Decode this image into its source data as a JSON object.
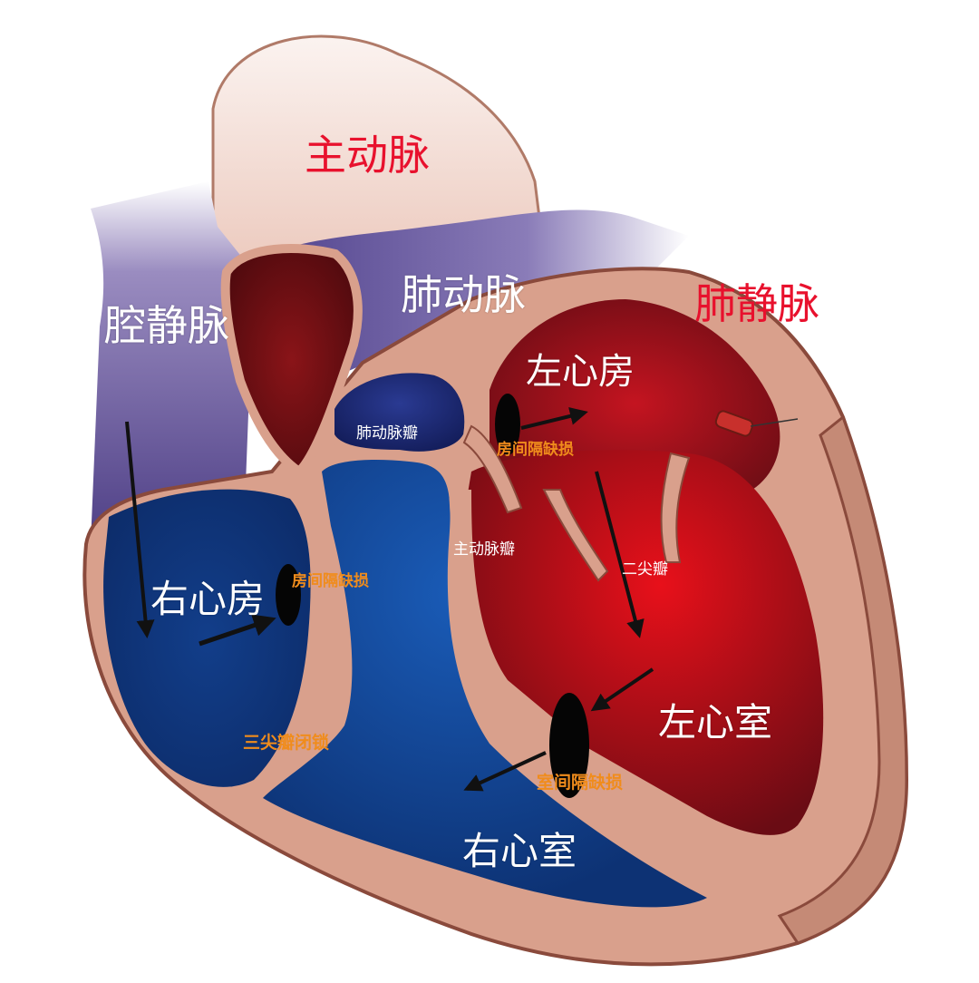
{
  "labels": {
    "aorta": "主动脉",
    "vena_cava": "腔静脉",
    "pulmonary_artery": "肺动脉",
    "pulmonary_vein": "肺静脉",
    "left_atrium": "左心房",
    "right_atrium": "右心房",
    "left_ventricle": "左心室",
    "right_ventricle": "右心室",
    "pulmonary_valve": "肺动脉瓣",
    "aortic_valve": "主动脉瓣",
    "mitral_valve": "二尖瓣",
    "asd_left": "房间隔缺损",
    "asd_right": "房间隔缺损",
    "vsd": "室间隔缺损",
    "tricuspid_atresia": "三尖瓣闭锁"
  },
  "colors": {
    "heart_wall": "#d9a08c",
    "wall_outline": "#8a4a3c",
    "deoxygenated": "#12367a",
    "oxygenated": "#c8101c",
    "great_vessel_purple": "#5a4a8c",
    "aorta_pale": "#f1ddd6",
    "red_text": "#e8112d",
    "orange_text": "#f08c1c"
  }
}
